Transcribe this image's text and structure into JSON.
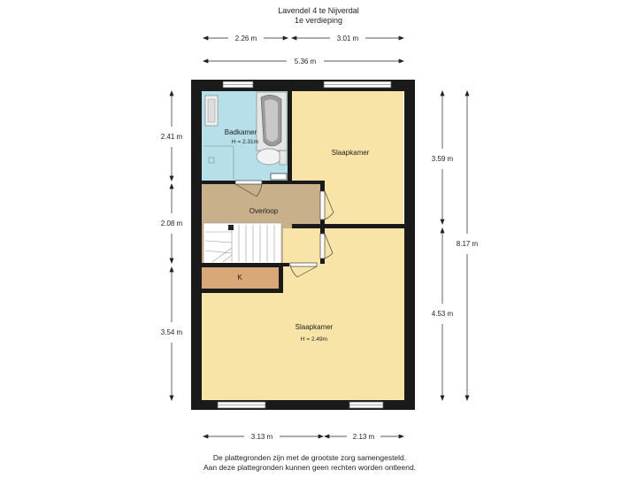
{
  "header": {
    "title": "Lavendel 4 te Nijverdal",
    "subtitle": "1e verdieping"
  },
  "dimensions": {
    "top_left": "2.26 m",
    "top_right": "3.01 m",
    "top_total": "5.36 m",
    "left_top": "2.41 m",
    "left_middle": "2.08 m",
    "left_bottom": "3.54 m",
    "right_upper": "3.59 m",
    "right_lower": "4.53 m",
    "right_total": "8.17 m",
    "bottom_left": "3.13 m",
    "bottom_right": "2.13 m"
  },
  "rooms": {
    "badkamer": {
      "name": "Badkamer",
      "height": "H = 2.31m",
      "color": "#b7dfea"
    },
    "slaapkamer_top": {
      "name": "Slaapkamer",
      "color": "#f7e4a6"
    },
    "overloop": {
      "name": "Overloop",
      "color": "#c8b08a"
    },
    "kast": {
      "name": "K",
      "color": "#d9a878"
    },
    "slaapkamer_bottom": {
      "name": "Slaapkamer",
      "height": "H = 2.49m",
      "color": "#f7e4a6"
    }
  },
  "footer": {
    "line1": "De plattegronden zijn met de grootste zorg samengesteld.",
    "line2": "Aan deze plattegronden kunnen geen rechten worden ontleend."
  }
}
